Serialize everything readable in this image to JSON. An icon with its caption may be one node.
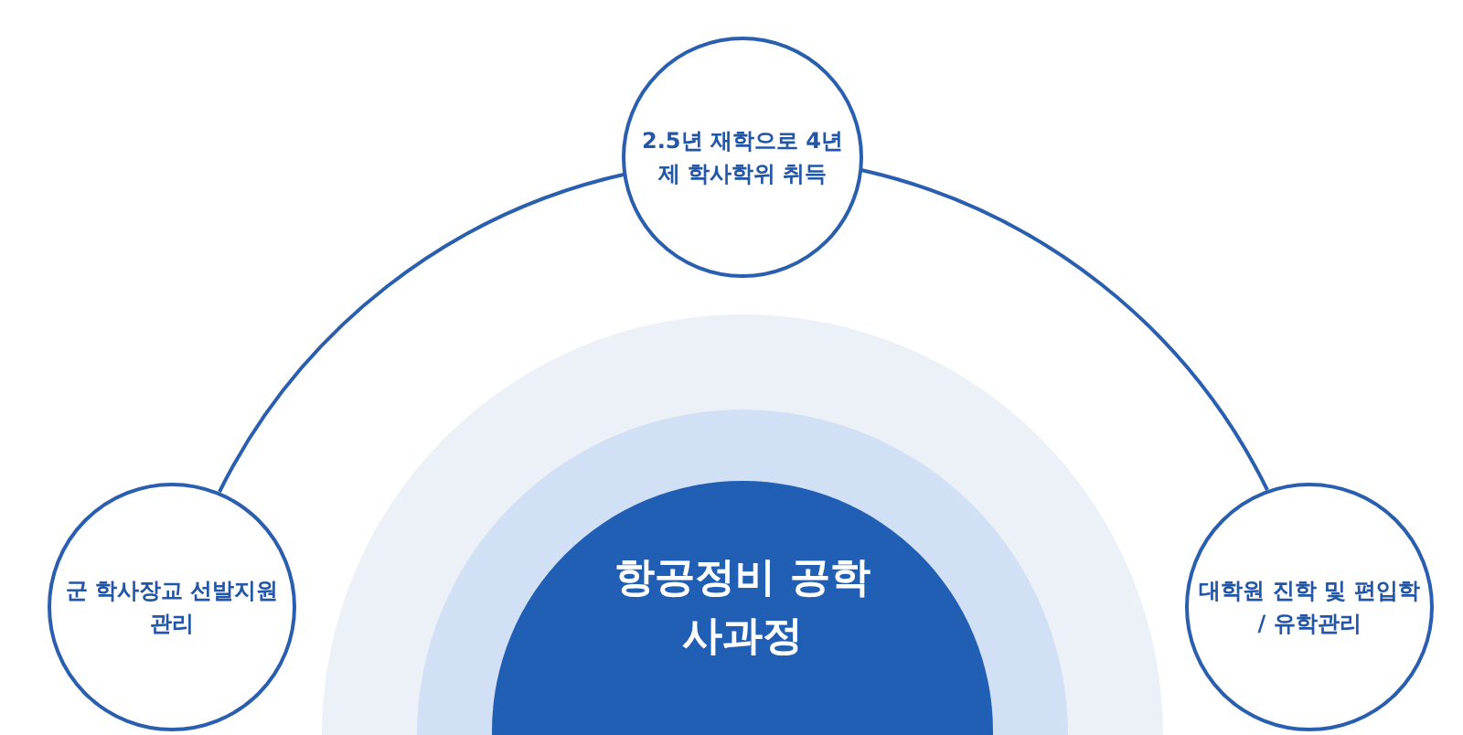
{
  "diagram": {
    "nodes": [
      {
        "text": [
          "2.5년 재학으로 4년제 학사학위 취득"
        ]
      },
      {
        "text": [
          "군 학사장교 선발지원 관리"
        ]
      },
      {
        "text": [
          "대학원 진학 및 편입학 / 유학관리"
        ]
      },
      {
        "text": [
          "항공정비 공학사과정"
        ]
      }
    ],
    "edges": [
      {
        "from": 1,
        "to": 0,
        "arrow": "none"
      },
      {
        "from": 0,
        "to": 2,
        "arrow": "none"
      }
    ]
  }
}
